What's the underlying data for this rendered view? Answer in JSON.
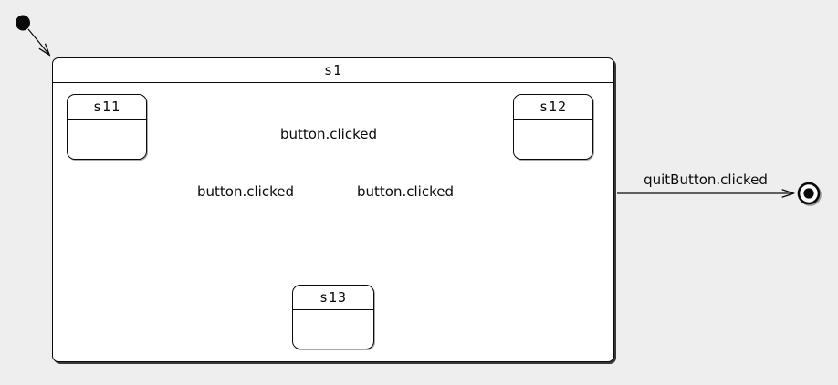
{
  "diagram": {
    "type": "uml-state-machine",
    "composite_state": {
      "label": "s1"
    },
    "states": [
      {
        "label": "s11",
        "has_initial_marker": true
      },
      {
        "label": "s12",
        "has_initial_marker": false
      },
      {
        "label": "s13",
        "has_initial_marker": false
      }
    ],
    "transitions": [
      {
        "from": "s11",
        "to": "s12",
        "label": "button.clicked"
      },
      {
        "from": "s13",
        "to": "s11",
        "label": "button.clicked"
      },
      {
        "from": "s12",
        "to": "s13",
        "label": "button.clicked"
      },
      {
        "from": "s1",
        "to": "final",
        "label": "quitButton.clicked"
      }
    ],
    "markers": {
      "initial_state_icon": "filled-black-dot",
      "final_state_icon": "bullseye-circle"
    },
    "colors": {
      "background": "#eeeeee",
      "state_fill": "#ffffff",
      "stroke": "#000000"
    }
  }
}
